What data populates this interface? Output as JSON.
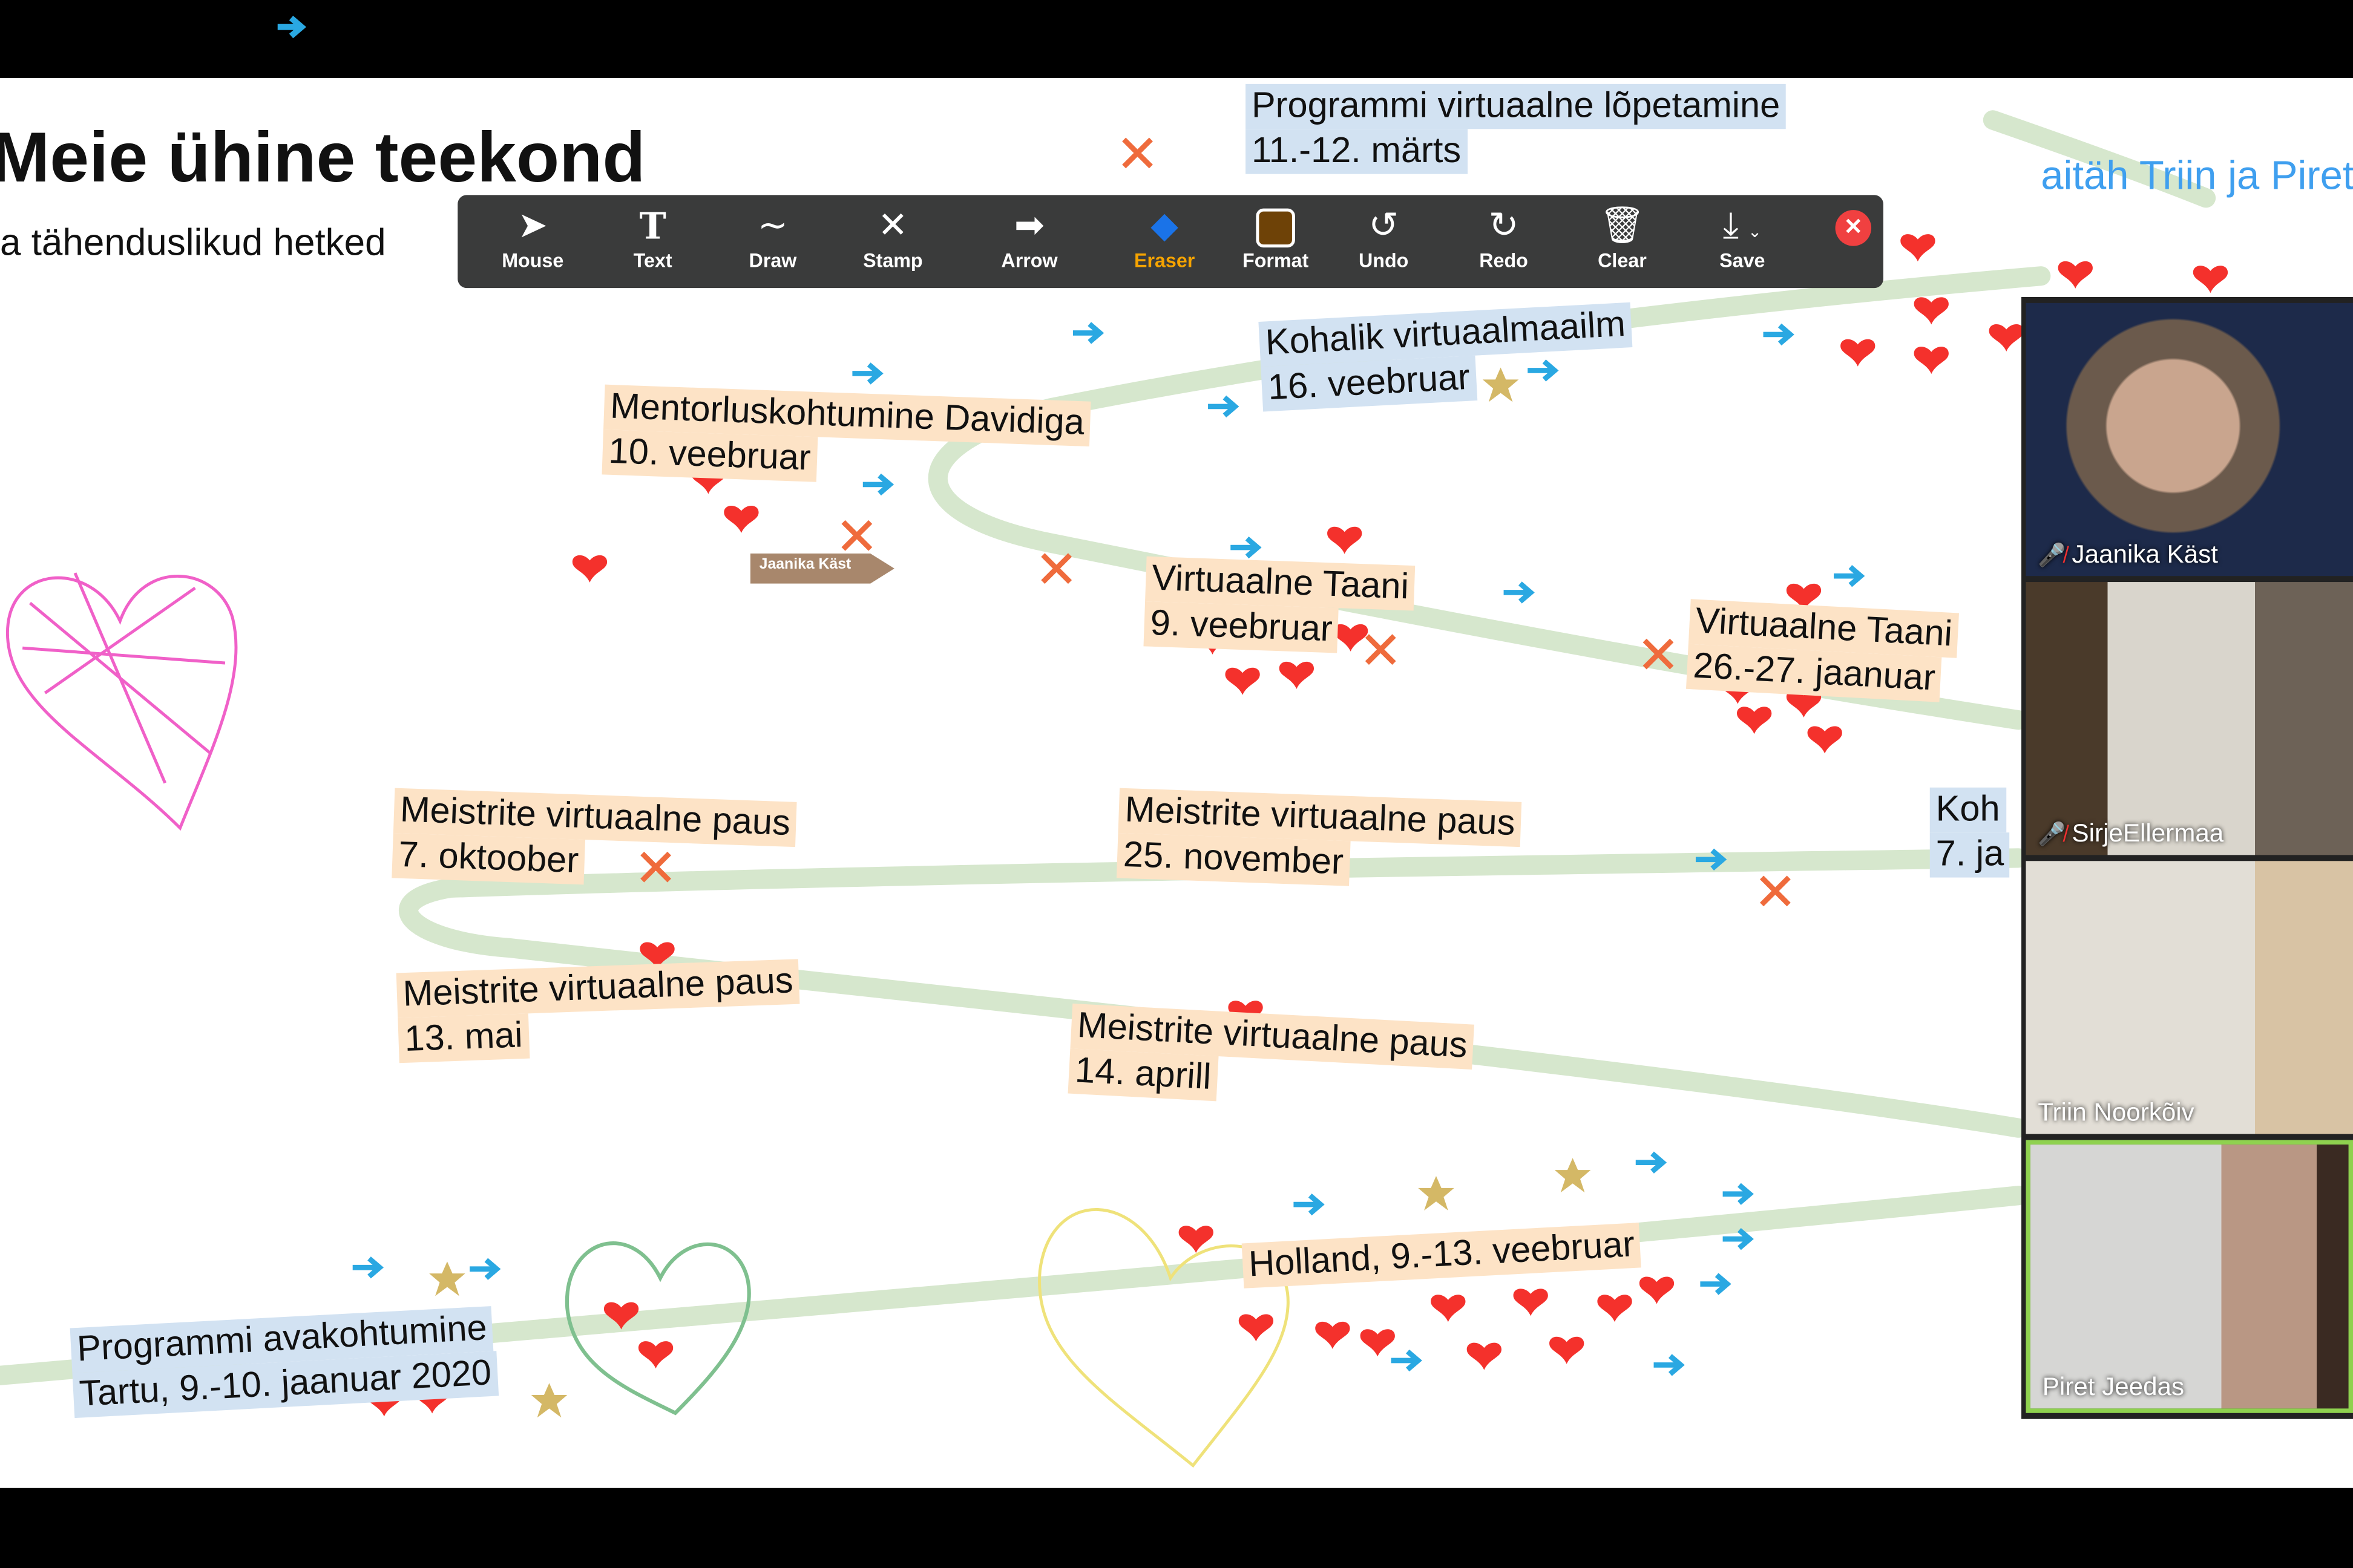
{
  "slide": {
    "title": "Meie ühine teekond",
    "subtitle": "a tähenduslikud hetked",
    "thanks": "aitäh Triin ja Piret",
    "labels": [
      {
        "line1": "Mentorluskohtumine Davidiga",
        "line2": "10. veebruar"
      },
      {
        "line1": "Kohalik virtuaalmaailm",
        "line2": "16. veebruar"
      },
      {
        "line1": "Programmi virtuaalne lõpetamine",
        "line2": "11.-12. märts"
      },
      {
        "line1": "Virtuaalne Taani",
        "line2": "9. veebruar"
      },
      {
        "line1": "Virtuaalne Taani",
        "line2": "26.-27. jaanuar"
      },
      {
        "line1": "Meistrite virtuaalne paus",
        "line2": "7. oktoober"
      },
      {
        "line1": "Meistrite virtuaalne paus",
        "line2": "25. november"
      },
      {
        "line1": "Koh",
        "line2": "7. ja"
      },
      {
        "line1": "Meistrite virtuaalne paus",
        "line2": "13. mai"
      },
      {
        "line1": "Meistrite virtuaalne paus",
        "line2": "14. aprill"
      },
      {
        "line1": "Holland, 9.-13. veebruar",
        "line2": ""
      },
      {
        "line1": "Programmi avakohtumine",
        "line2": "Tartu, 9.-10. jaanuar 2020"
      }
    ],
    "pointer_tag": "Jaanika Käst"
  },
  "toolbar": {
    "items": [
      {
        "label": "Mouse",
        "icon": "mouse-pointer-icon"
      },
      {
        "label": "Text",
        "icon": "text-icon"
      },
      {
        "label": "Draw",
        "icon": "draw-icon"
      },
      {
        "label": "Stamp",
        "icon": "stamp-icon"
      },
      {
        "label": "Arrow",
        "icon": "arrow-icon"
      },
      {
        "label": "Eraser",
        "icon": "eraser-icon",
        "active": true
      },
      {
        "label": "Format",
        "icon": "format-icon"
      },
      {
        "label": "Undo",
        "icon": "undo-icon"
      },
      {
        "label": "Redo",
        "icon": "redo-icon"
      },
      {
        "label": "Clear",
        "icon": "trash-icon"
      },
      {
        "label": "Save",
        "icon": "save-icon"
      }
    ],
    "active_color": "#f5a300",
    "format_color": "#6e4207"
  },
  "participants": [
    {
      "name": "Jaanika Käst",
      "muted": true
    },
    {
      "name": "SirjeEllermaa",
      "muted": true
    },
    {
      "name": "Triin Noorkõiv",
      "muted": false
    },
    {
      "name": "Piret Jeedas",
      "muted": false,
      "speaking": true
    }
  ]
}
